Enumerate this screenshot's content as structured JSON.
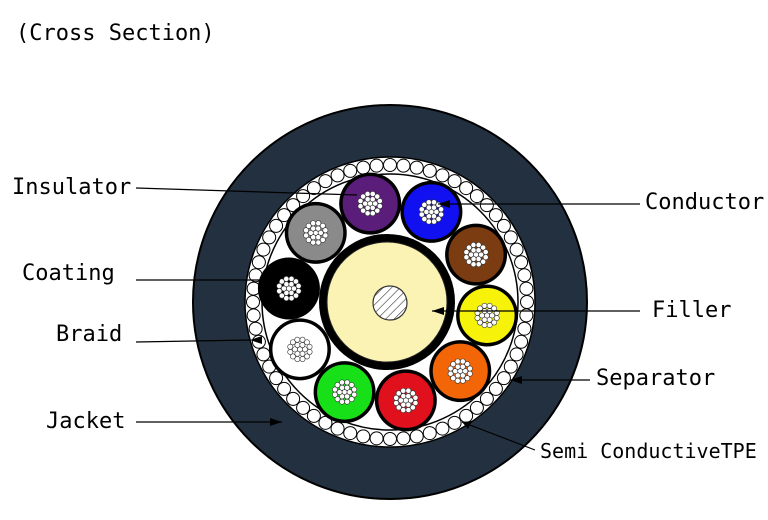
{
  "title": "(Cross Section)",
  "labels": {
    "insulator": "Insulator",
    "coating": "Coating",
    "braid": "Braid",
    "jacket": "Jacket",
    "conductor": "Conductor",
    "filler": "Filler",
    "separator": "Separator",
    "semi_conductive_tpe": "Semi ConductiveTPE"
  },
  "colors": {
    "jacket": "#22303f",
    "filler": "#fbf3b4",
    "insulators": [
      "#5a1d7a",
      "#1010f0",
      "#7a3c10",
      "#f6f20a",
      "#f26608",
      "#e0101c",
      "#18e018",
      "#ffffff",
      "#000000",
      "#8a8a8a"
    ]
  }
}
